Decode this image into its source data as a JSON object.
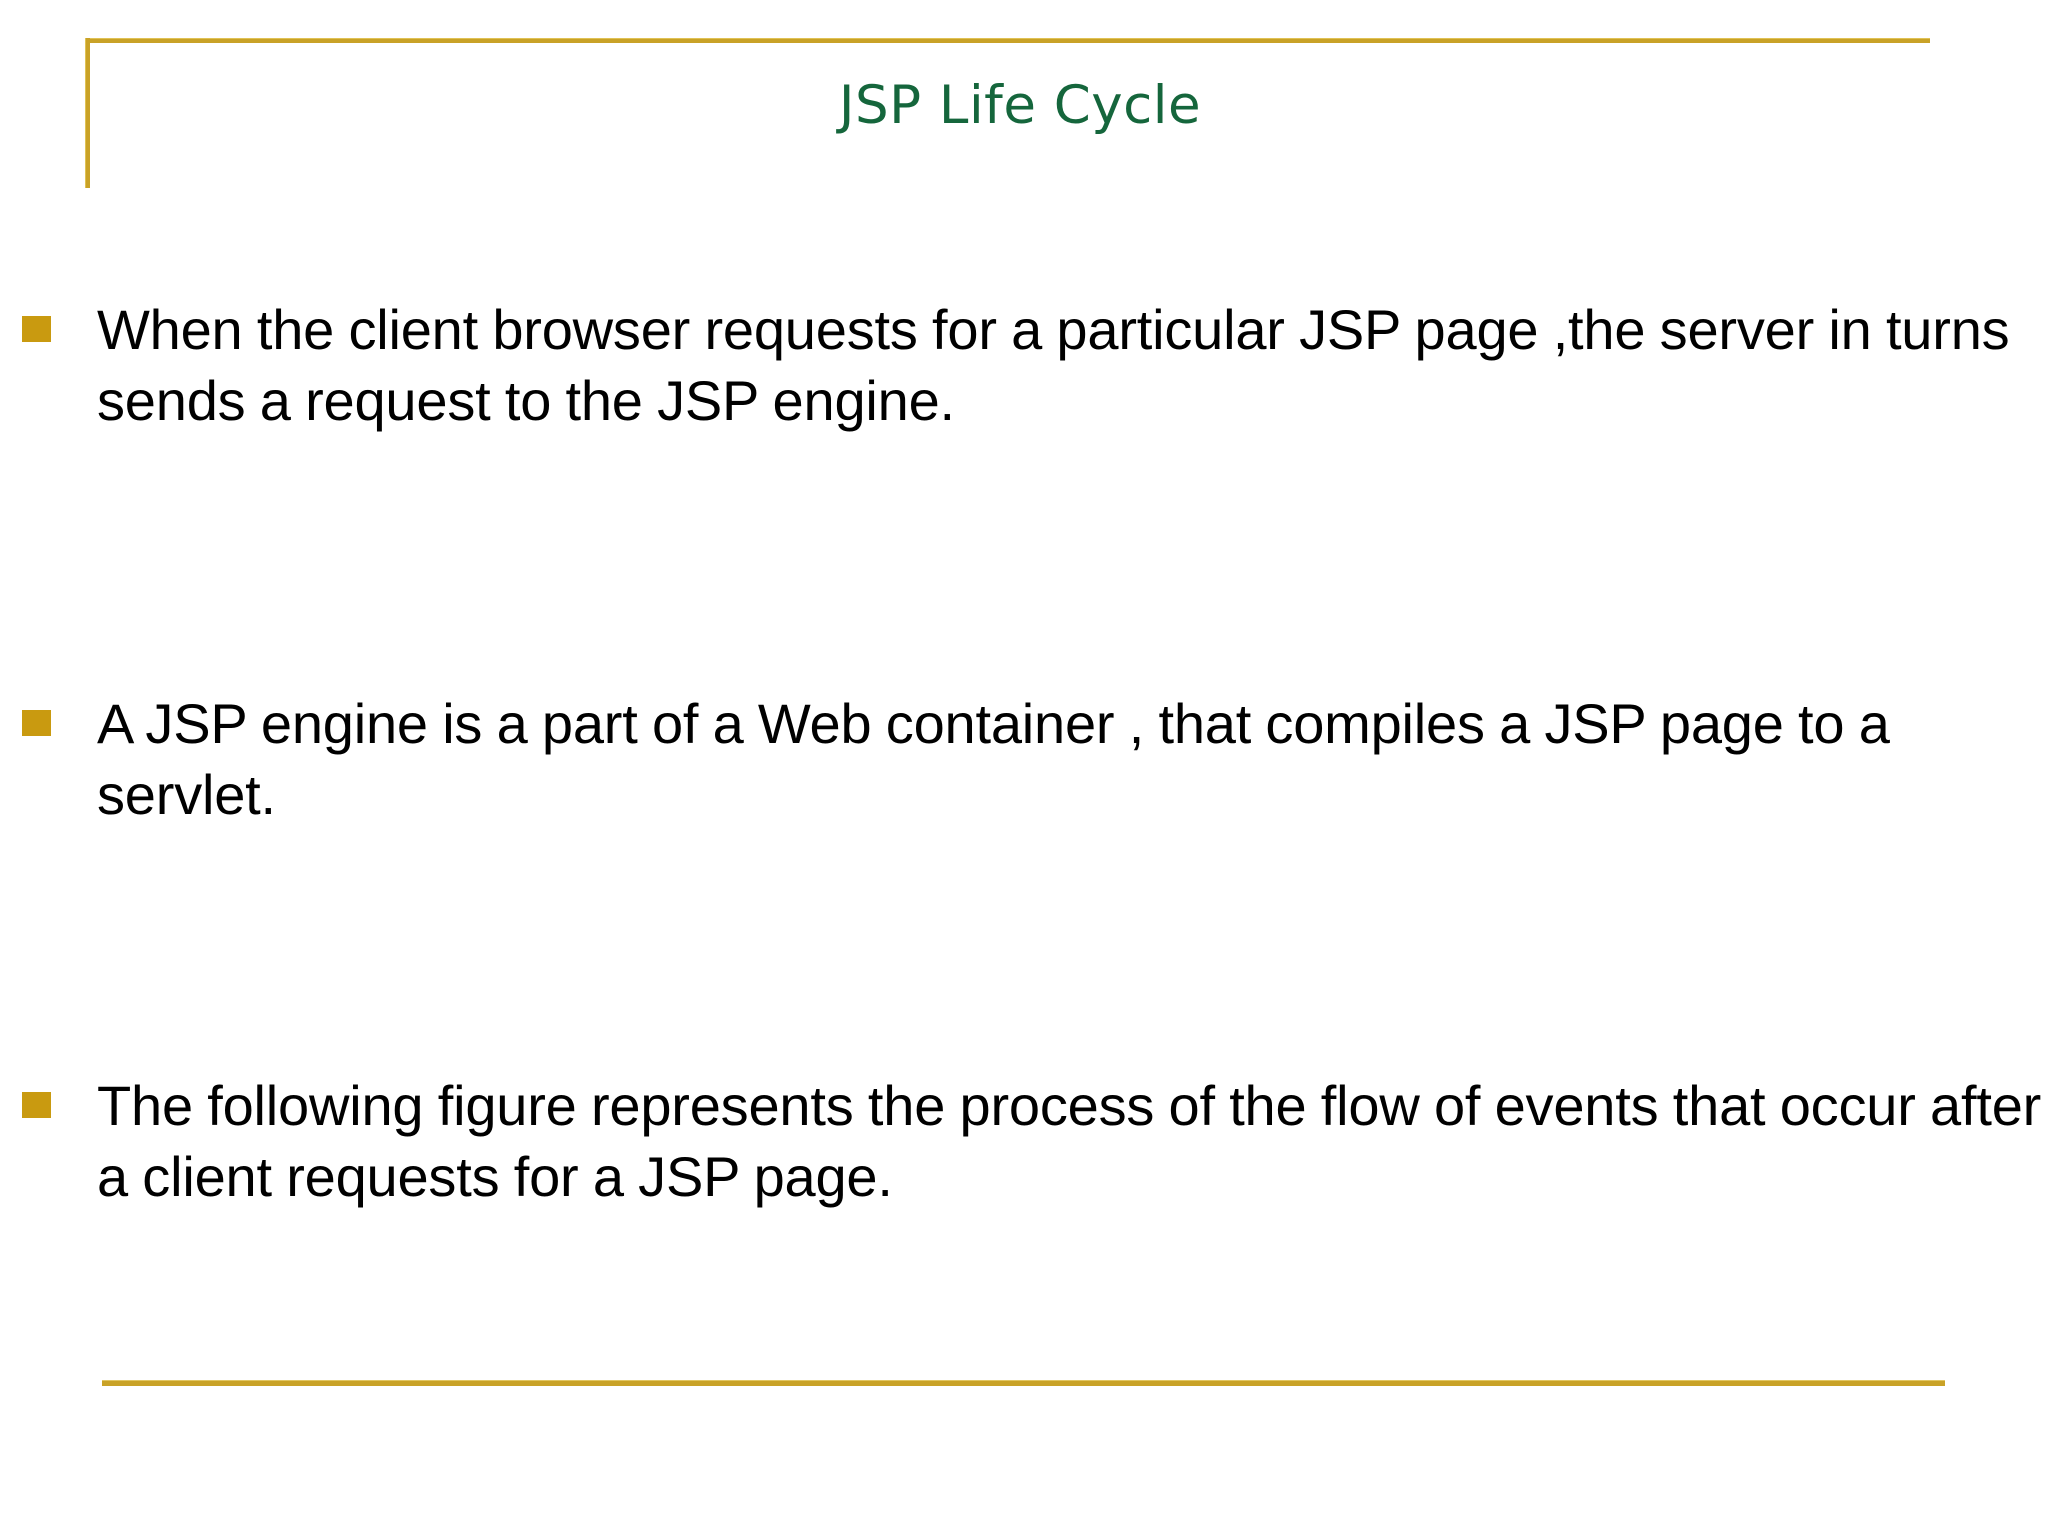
{
  "slide": {
    "background_color": "#ffffff",
    "accent_color": "#c9a227",
    "title_color": "#15663c",
    "bullet_marker_color": "#c99a10",
    "body_text_color": "#000000",
    "title": "JSP Life Cycle",
    "bullets": [
      {
        "marker": "square-bullet-icon",
        "text": "When the client browser requests for a particular JSP page ,the server in turns sends a request to the JSP engine."
      },
      {
        "marker": "square-bullet-icon",
        "text": "A JSP engine is a part of a Web container , that compiles a JSP page to a servlet."
      },
      {
        "marker": "square-bullet-icon",
        "text": "The following figure represents the process of the flow of events that occur after a client requests for a JSP page."
      }
    ]
  }
}
